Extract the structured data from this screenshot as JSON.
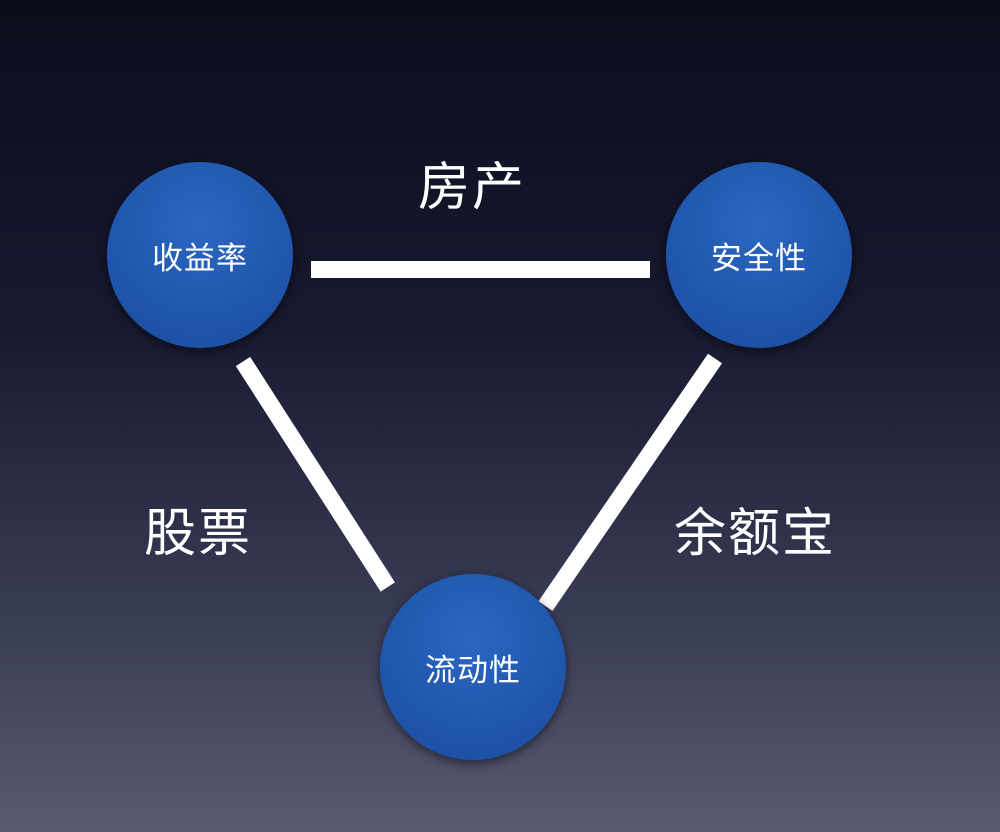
{
  "nodes": {
    "top_left": "收益率",
    "top_right": "安全性",
    "bottom": "流动性"
  },
  "edges": {
    "top": "房产",
    "left": "股票",
    "right": "余额宝"
  }
}
